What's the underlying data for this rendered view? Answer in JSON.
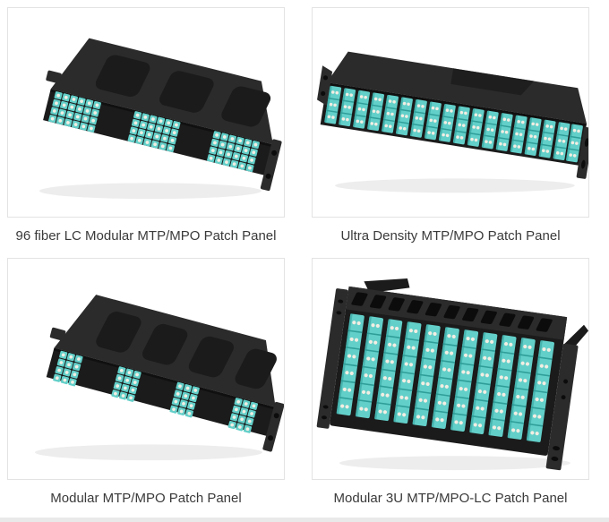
{
  "products": [
    {
      "name": "96 fiber LC Modular MTP/MPO Patch Panel",
      "photo": "black 1U rack-mount drawer, 3 modules of aqua LC ports, angled view"
    },
    {
      "name": "Ultra Density MTP/MPO Patch Panel",
      "photo": "black 1U panel fully loaded with 18 vertical aqua LC modules"
    },
    {
      "name": "Modular MTP/MPO Patch Panel",
      "photo": "black 1U rack-mount drawer, 4 groups of aqua LC modules, angled view"
    },
    {
      "name": "Modular 3U MTP/MPO-LC Patch Panel",
      "photo": "black 3U chassis with 11 tall columns of stacked aqua duplex LC adapters"
    }
  ],
  "colors": {
    "background": "#ffffff",
    "card_border": "#e3e3e3",
    "caption_text": "#3a3a3a",
    "panel_black": "#1b1b1b",
    "panel_mid": "#2b2b2b",
    "panel_edge": "#383838",
    "connector_aqua": "#63cfc9",
    "connector_teal_dark": "#2f9e99",
    "ferrule_white": "#f2eee3",
    "shadow_gray": "#ededed",
    "bottom_strip": "#e9e9e9"
  }
}
